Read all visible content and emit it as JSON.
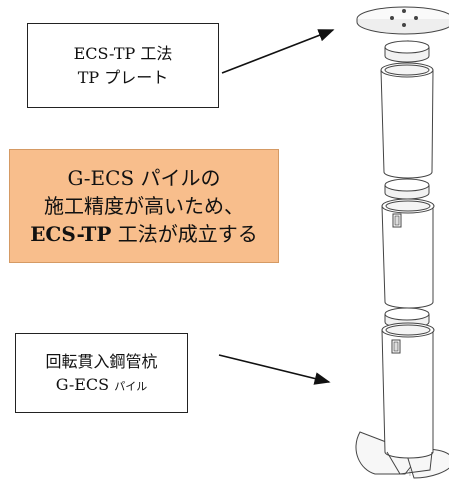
{
  "tp_label": {
    "line1": "ECS-TP 工法",
    "line2": "TP プレート"
  },
  "pile_label": {
    "line1": "回転貫入鋼管杭",
    "line2_main": "G-ECS ",
    "line2_small": "パイル"
  },
  "note": {
    "line1": "G-ECS パイルの",
    "line2": "施工精度が高いため、",
    "line3_bold": "ECS-TP",
    "line3_rest": " 工法が成立する"
  },
  "colors": {
    "note_fill": "#f8be8c",
    "line": "#555555"
  }
}
